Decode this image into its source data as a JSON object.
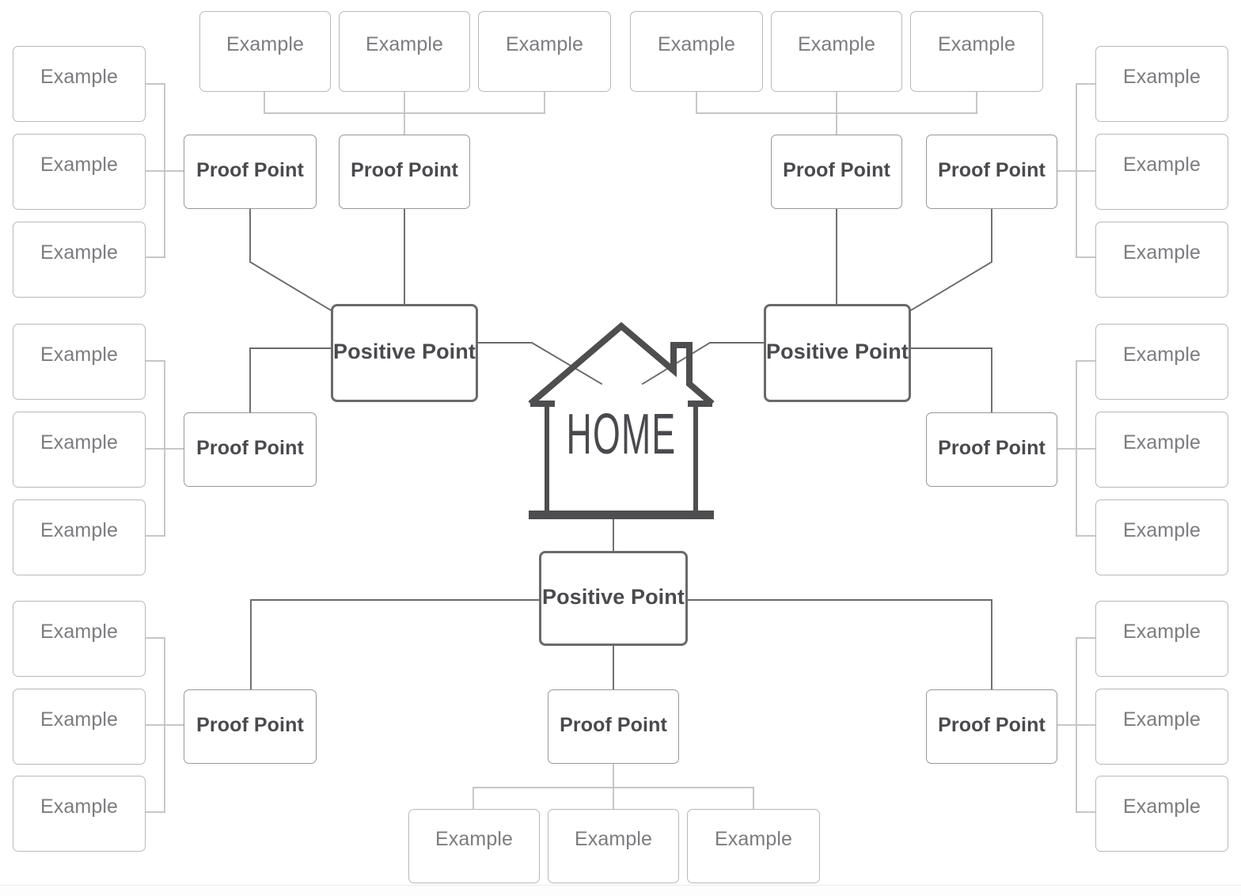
{
  "diagram": {
    "type": "messaging-house-map",
    "center": {
      "label": "HOME",
      "icon": "house-icon"
    },
    "labels": {
      "example": "Example",
      "proof_point": "Proof Point",
      "positive_point": "Positive Point"
    },
    "colors": {
      "background": "#ffffff",
      "example_border": "#b9b9ba",
      "example_text": "#7c7c80",
      "proof_border": "#98989a",
      "proof_text": "#4a4a4e",
      "positive_border": "#6a6a6d",
      "positive_text": "#4a4a4e",
      "connector_light": "#bfbfc0",
      "connector_dark": "#6a6a6d",
      "house_stroke": "#4e4e50"
    },
    "branches": [
      {
        "id": "branch-top-left",
        "positive_point": "Positive Point",
        "proof_points": [
          {
            "id": "pp-tl-a",
            "label": "Proof Point",
            "examples": [
              "Example",
              "Example",
              "Example"
            ]
          },
          {
            "id": "pp-tl-b",
            "label": "Proof Point",
            "examples": [
              "Example",
              "Example",
              "Example"
            ]
          }
        ]
      },
      {
        "id": "branch-top-right",
        "positive_point": "Positive Point",
        "proof_points": [
          {
            "id": "pp-tr-a",
            "label": "Proof Point",
            "examples": [
              "Example",
              "Example",
              "Example"
            ]
          },
          {
            "id": "pp-tr-b",
            "label": "Proof Point",
            "examples": [
              "Example",
              "Example",
              "Example"
            ]
          }
        ]
      },
      {
        "id": "branch-bottom",
        "positive_point": "Positive Point",
        "proof_points": [
          {
            "id": "pp-b-left",
            "label": "Proof Point",
            "examples": [
              "Example",
              "Example",
              "Example"
            ]
          },
          {
            "id": "pp-b-center",
            "label": "Proof Point",
            "examples": [
              "Example",
              "Example",
              "Example"
            ]
          },
          {
            "id": "pp-b-right",
            "label": "Proof Point",
            "examples": [
              "Example",
              "Example",
              "Example"
            ]
          }
        ]
      }
    ],
    "nodes": {
      "ex_left_1": "Example",
      "ex_left_2": "Example",
      "ex_left_3": "Example",
      "ex_left_4": "Example",
      "ex_left_5": "Example",
      "ex_left_6": "Example",
      "ex_left_7": "Example",
      "ex_left_8": "Example",
      "ex_left_9": "Example",
      "ex_top_1": "Example",
      "ex_top_2": "Example",
      "ex_top_3": "Example",
      "ex_top_4": "Example",
      "ex_top_5": "Example",
      "ex_top_6": "Example",
      "ex_right_1": "Example",
      "ex_right_2": "Example",
      "ex_right_3": "Example",
      "ex_right_4": "Example",
      "ex_right_5": "Example",
      "ex_right_6": "Example",
      "ex_right_7": "Example",
      "ex_right_8": "Example",
      "ex_right_9": "Example",
      "ex_bottom_1": "Example",
      "ex_bottom_2": "Example",
      "ex_bottom_3": "Example",
      "pp_tl_1": "Proof Point",
      "pp_tl_2": "Proof Point",
      "pp_ml": "Proof Point",
      "pp_tr_1": "Proof Point",
      "pp_tr_2": "Proof Point",
      "pp_mr": "Proof Point",
      "pp_bl": "Proof Point",
      "pp_bc": "Proof Point",
      "pp_br": "Proof Point",
      "pos_left": "Positive Point",
      "pos_right": "Positive Point",
      "pos_bottom": "Positive Point",
      "home": "HOME"
    }
  }
}
